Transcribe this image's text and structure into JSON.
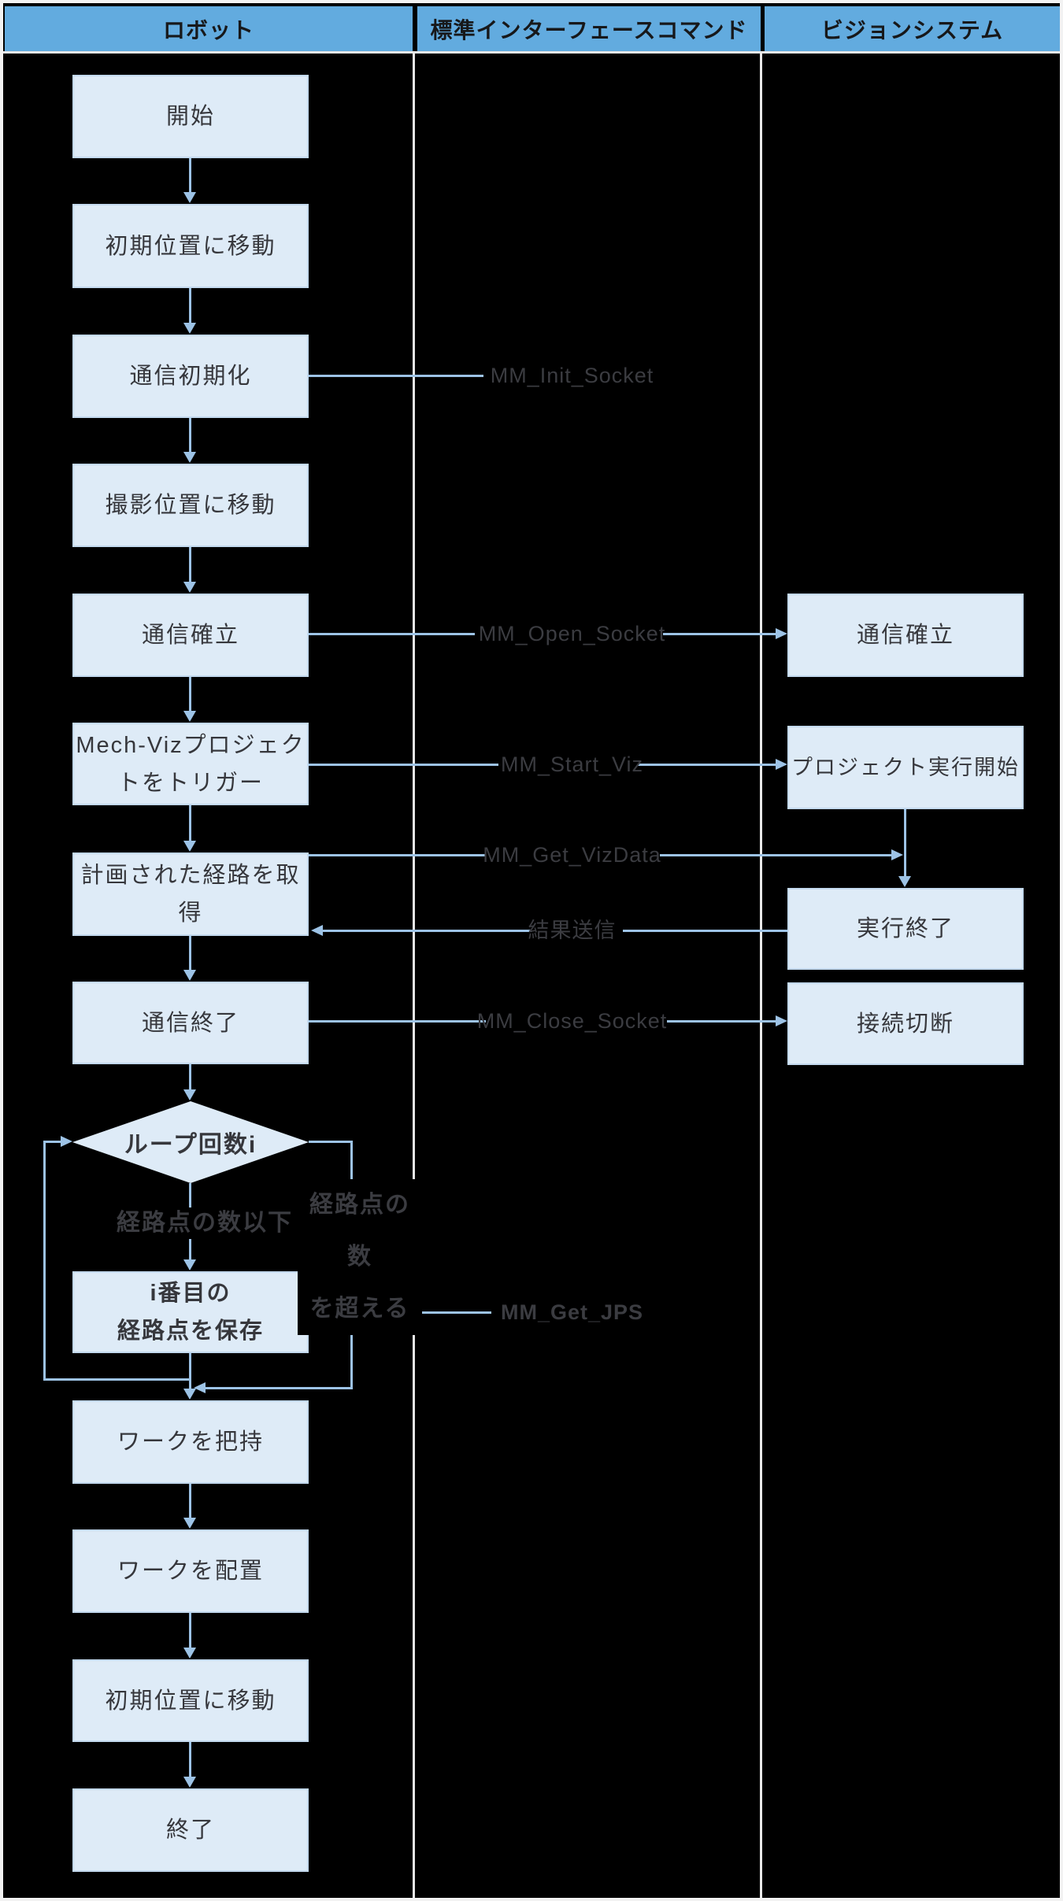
{
  "header": {
    "robot": "ロボット",
    "interface": "標準インターフェースコマンド",
    "vision": "ビジョンシステム"
  },
  "robot": {
    "start": "開始",
    "move_initial": "初期位置に移動",
    "comm_init": "通信初期化",
    "move_capture": "撮影位置に移動",
    "comm_establish": "通信確立",
    "trigger_line1": "Mech-Vizプロジェク",
    "trigger_line2": "トをトリガー",
    "get_path": "計画された経路を取得",
    "comm_end": "通信終了",
    "loop": "ループ回数i",
    "save_line1": "i番目の",
    "save_line2": "経路点を保存",
    "grasp": "ワークを把持",
    "place": "ワークを配置",
    "move_initial_2": "初期位置に移動",
    "end": "終了"
  },
  "vision": {
    "comm_establish": "通信確立",
    "project_start": "プロジェクト実行開始",
    "exec_end": "実行終了",
    "disconnect": "接続切断"
  },
  "commands": {
    "init_socket": "MM_Init_Socket",
    "open_socket": "MM_Open_Socket",
    "start_viz": "MM_Start_Viz",
    "get_vizdata": "MM_Get_VizData",
    "send_result": "結果送信",
    "close_socket": "MM_Close_Socket",
    "get_jps": "MM_Get_JPS"
  },
  "branches": {
    "within": "経路点の数以下",
    "exceed_line1": "経路点の数",
    "exceed_line2": "を超える"
  },
  "colors": {
    "header_blue": "#62ABDF",
    "box_fill": "#DEEBF7",
    "line_blue": "#9DC3E6",
    "label_gray": "#3B3C41",
    "background": "#000000",
    "grid_white": "#E8E8E8"
  }
}
